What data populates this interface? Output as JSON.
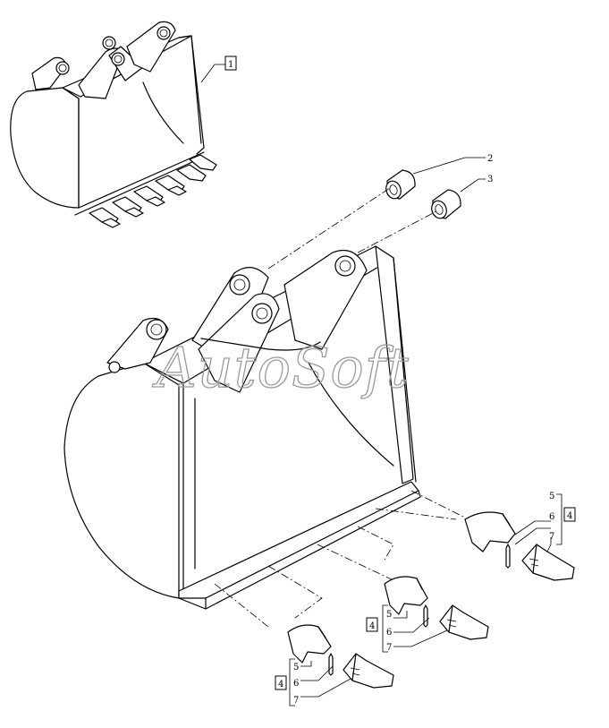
{
  "watermark": "AutoSoft",
  "callouts": {
    "bucket_assembly": "1",
    "bushing_a": "2",
    "bushing_b": "3",
    "tooth_group_right": "4",
    "tooth_group_middle": "4",
    "tooth_group_left": "4",
    "right": {
      "tip": "5",
      "pin": "6",
      "adapter": "7"
    },
    "middle": {
      "tip": "5",
      "pin": "6",
      "adapter": "7"
    },
    "left": {
      "tip": "5",
      "pin": "6",
      "adapter": "7"
    }
  }
}
